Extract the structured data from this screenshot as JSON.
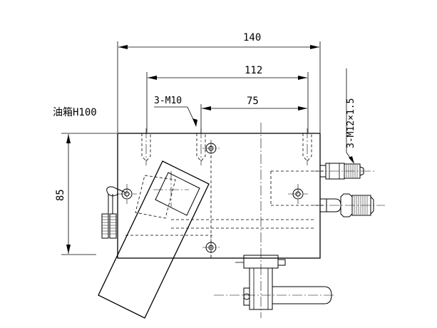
{
  "dimensions": {
    "overall_width": "140",
    "hole_span": "112",
    "offset": "75",
    "height": "85"
  },
  "callouts": {
    "top_holes": "3-M10",
    "side_ports": "3-M12×1.5",
    "tank": "油箱H100"
  }
}
